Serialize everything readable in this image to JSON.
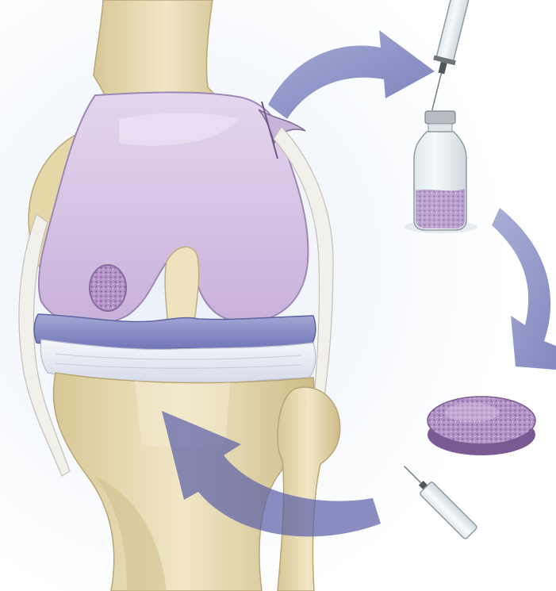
{
  "illustration": {
    "subject": "knee-joint-cartilage-repair",
    "colors": {
      "bone": "#e8dcb4",
      "bone_shade": "#c9b98a",
      "cartilage": "#d8c6e4",
      "cartilage_shade": "#b49cc8",
      "meniscus": "#8a8fc7",
      "ligament": "#eef0f6",
      "arrow": "#7f86bf",
      "glass": "#e8eef2",
      "cells": "#a07fb3",
      "background_glow": "#eef3fa"
    },
    "icons": [
      "knee-joint",
      "femur-cartilage",
      "cartilage-defect",
      "biopsy-flap",
      "syringe",
      "culture-vial",
      "cell-scaffold-disc",
      "injection-syringe",
      "process-arrow"
    ]
  }
}
